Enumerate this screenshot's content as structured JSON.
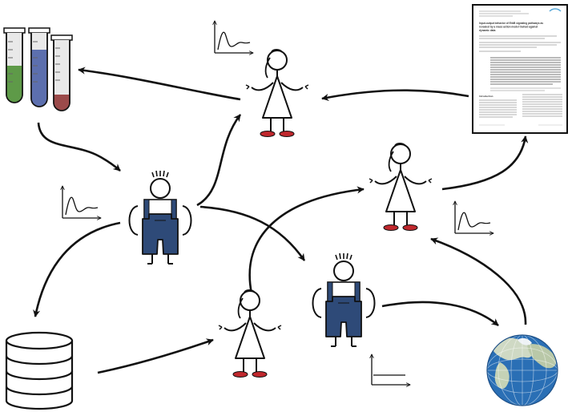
{
  "paper": {
    "title_lines": [
      "Input-output behavior of ErbB signaling pathways as",
      "revealed by a mass action model trained against",
      "dynamic data"
    ],
    "section_heading": "Introduction"
  },
  "colors": {
    "tube_green": "#5e9a48",
    "tube_blue": "#5c6fae",
    "tube_red": "#9b4a4a",
    "overalls_blue": "#2e4a78",
    "shoe_red": "#c0282d",
    "globe_ocean": "#2a6fb5",
    "ink": "#111111"
  },
  "icons": [
    "test-tubes-icon",
    "paper-icon",
    "database-icon",
    "globe-icon",
    "plot-icon",
    "girl-figure-icon",
    "boy-figure-icon",
    "arrow-icon"
  ]
}
